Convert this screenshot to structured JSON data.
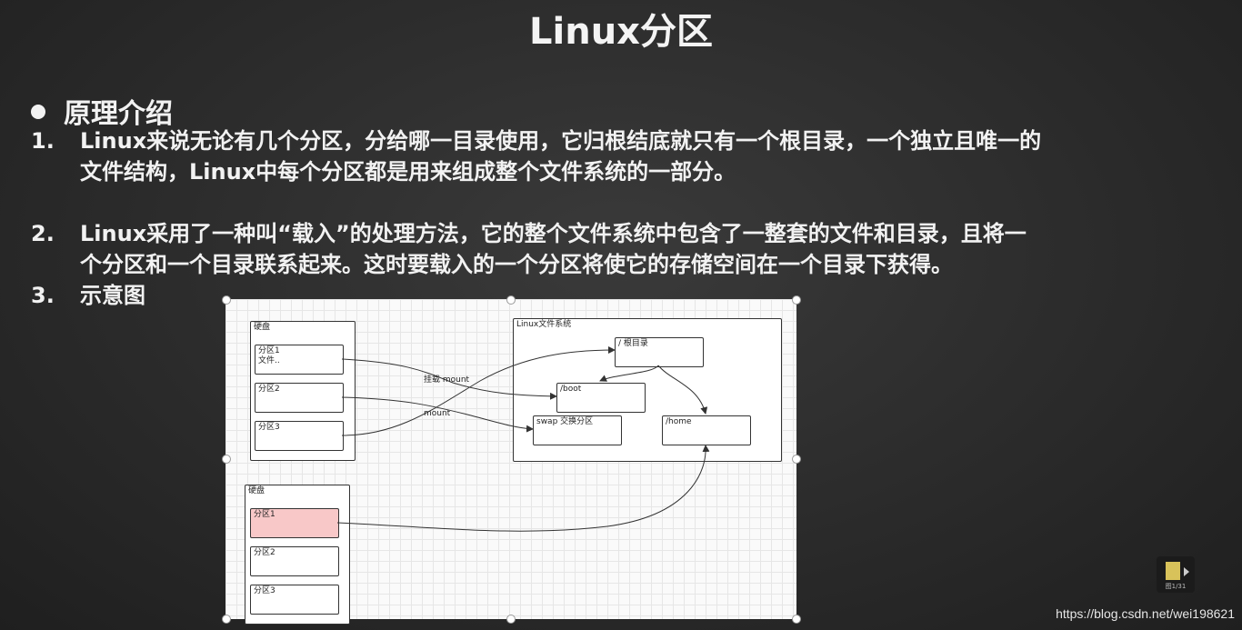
{
  "slide": {
    "title": "Linux分区",
    "bullet": "原理介绍",
    "items": [
      {
        "num": "1.",
        "lines": [
          "Linux来说无论有几个分区，分给哪一目录使用，它归根结底就只有一个根目录，一个独立且唯一的",
          "文件结构，Linux中每个分区都是用来组成整个文件系统的一部分。"
        ]
      },
      {
        "num": "2.",
        "lines": [
          "Linux采用了一种叫“载入”的处理方法，它的整个文件系统中包含了一整套的文件和目录，且将一",
          "个分区和一个目录联系起来。这时要载入的一个分区将使它的存储空间在一个目录下获得。"
        ]
      },
      {
        "num": "3.",
        "lines": [
          "示意图"
        ]
      }
    ]
  },
  "diagram": {
    "disk1": {
      "label": "硬盘",
      "partitions": [
        "分区1\n文件..",
        "分区2",
        "分区3"
      ]
    },
    "fs": {
      "label": "Linux文件系统",
      "root": "/ 根目录",
      "boot": "/boot",
      "swap": "swap 交换分区",
      "home": "/home"
    },
    "edge_labels": [
      "挂载 mount",
      "mount"
    ],
    "disk2": {
      "label": "硬盘",
      "partitions": [
        "分区1",
        "分区2",
        "分区3"
      ],
      "highlight_color": "#f8c8c8"
    }
  },
  "icons": {
    "media": "document-play-icon",
    "media_label": "图1/31"
  },
  "watermark": "https://blog.csdn.net/wei198621"
}
